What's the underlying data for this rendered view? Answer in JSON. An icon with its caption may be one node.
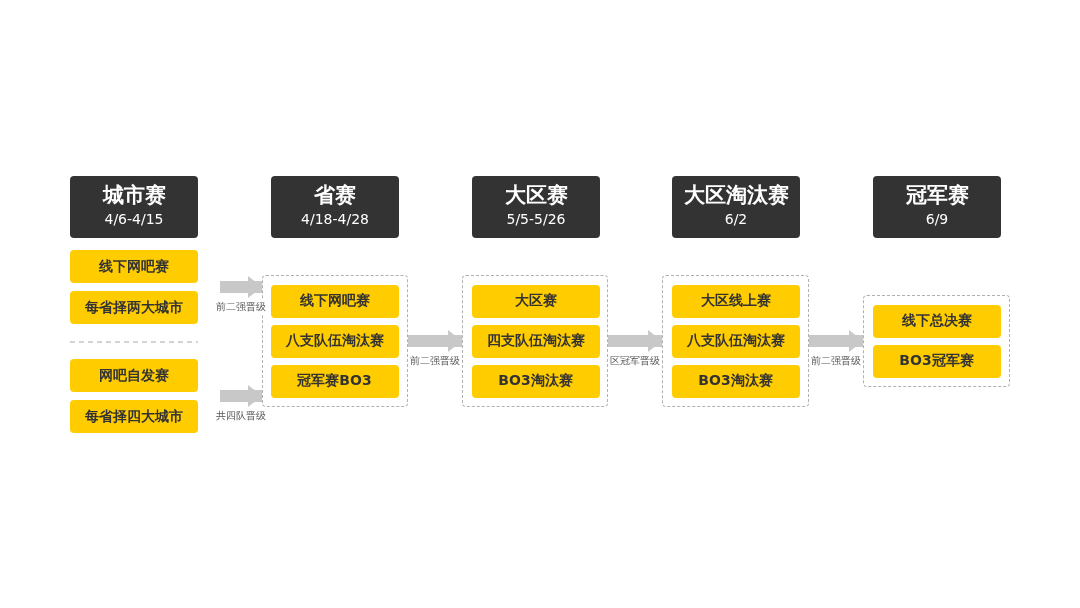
{
  "diagram": {
    "nodes": [
      {
        "text": [
          "城市赛",
          "4/6-4/15"
        ]
      },
      {
        "text": [
          "省赛",
          "4/18-4/28"
        ]
      },
      {
        "text": [
          "大区赛",
          "5/5-5/26"
        ]
      },
      {
        "text": [
          "大区淘汰赛",
          "6/2"
        ]
      },
      {
        "text": [
          "冠军赛",
          "6/9"
        ]
      },
      {
        "text": [
          "线下网吧赛"
        ]
      },
      {
        "text": [
          "每省择两大城市"
        ]
      },
      {
        "text": [
          "网吧自发赛"
        ]
      },
      {
        "text": [
          "每省择四大城市"
        ]
      },
      {
        "text": [],
        "shape": "box"
      },
      {
        "text": [
          "线下网吧赛"
        ],
        "in": 9
      },
      {
        "text": [
          "八支队伍淘汰赛"
        ],
        "in": 9
      },
      {
        "text": [
          "冠军赛BO3"
        ],
        "in": 9
      },
      {
        "text": [],
        "shape": "box"
      },
      {
        "text": [
          "大区赛"
        ],
        "in": 13
      },
      {
        "text": [
          "四支队伍淘汰赛"
        ],
        "in": 13
      },
      {
        "text": [
          "BO3淘汰赛"
        ],
        "in": 13
      },
      {
        "text": [],
        "shape": "box"
      },
      {
        "text": [
          "大区线上赛"
        ],
        "in": 17
      },
      {
        "text": [
          "八支队伍淘汰赛"
        ],
        "in": 17
      },
      {
        "text": [
          "BO3淘汰赛"
        ],
        "in": 17
      },
      {
        "text": [],
        "shape": "box"
      },
      {
        "text": [
          "线下总决赛"
        ],
        "in": 21
      },
      {
        "text": [
          "BO3冠军赛"
        ],
        "in": 21
      }
    ],
    "edges": [
      {
        "from": null,
        "to": 9,
        "arrow": "to",
        "label": "前二强晋级"
      },
      {
        "from": null,
        "to": 9,
        "arrow": "to",
        "label": "共四队晋级"
      },
      {
        "from": 9,
        "to": 13,
        "arrow": "to",
        "label": "前二强晋级"
      },
      {
        "from": 13,
        "to": 17,
        "arrow": "to",
        "label": "区冠军晋级"
      },
      {
        "from": 17,
        "to": 21,
        "arrow": "to",
        "label": "前二强晋级"
      }
    ]
  }
}
